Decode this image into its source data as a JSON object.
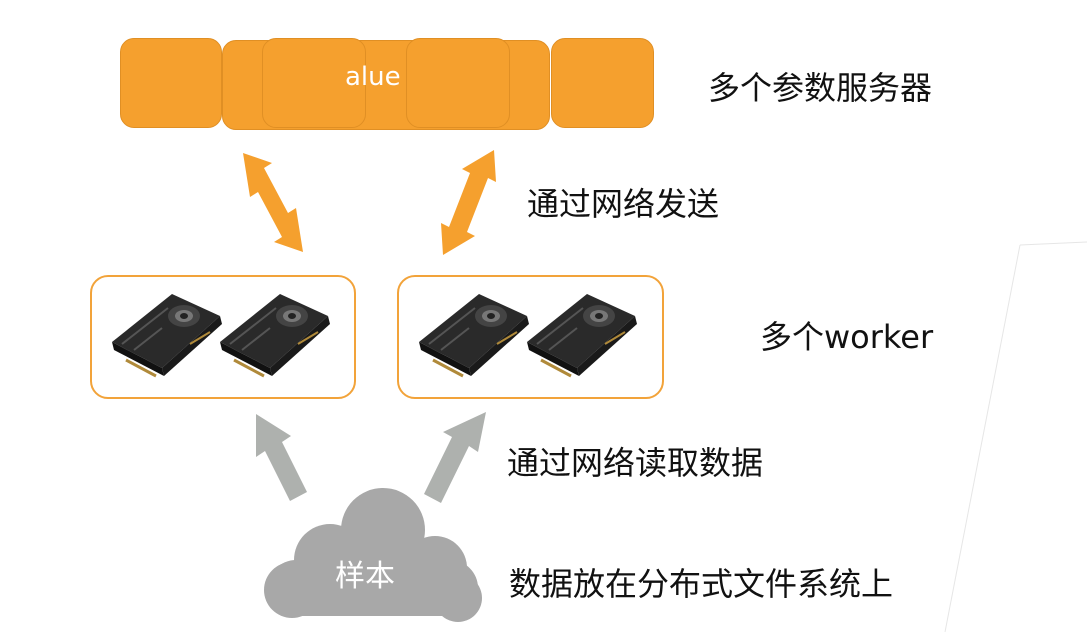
{
  "parameter_servers": {
    "label_fragment": "alue",
    "side_label": "多个参数服务器"
  },
  "network_send": {
    "label": "通过网络发送"
  },
  "workers": {
    "label": "多个worker"
  },
  "network_read": {
    "label": "通过网络读取数据"
  },
  "samples": {
    "label": "样本",
    "side_label": "数据放在分布式文件系统上"
  },
  "colors": {
    "server": "#F5A02E",
    "worker_border": "#F2A33A",
    "gray_arrow": "#AEB1AE",
    "cloud": "#A8A8A8"
  },
  "icons": {
    "gpu": "graphics-card-icon",
    "cloud": "cloud-icon"
  }
}
